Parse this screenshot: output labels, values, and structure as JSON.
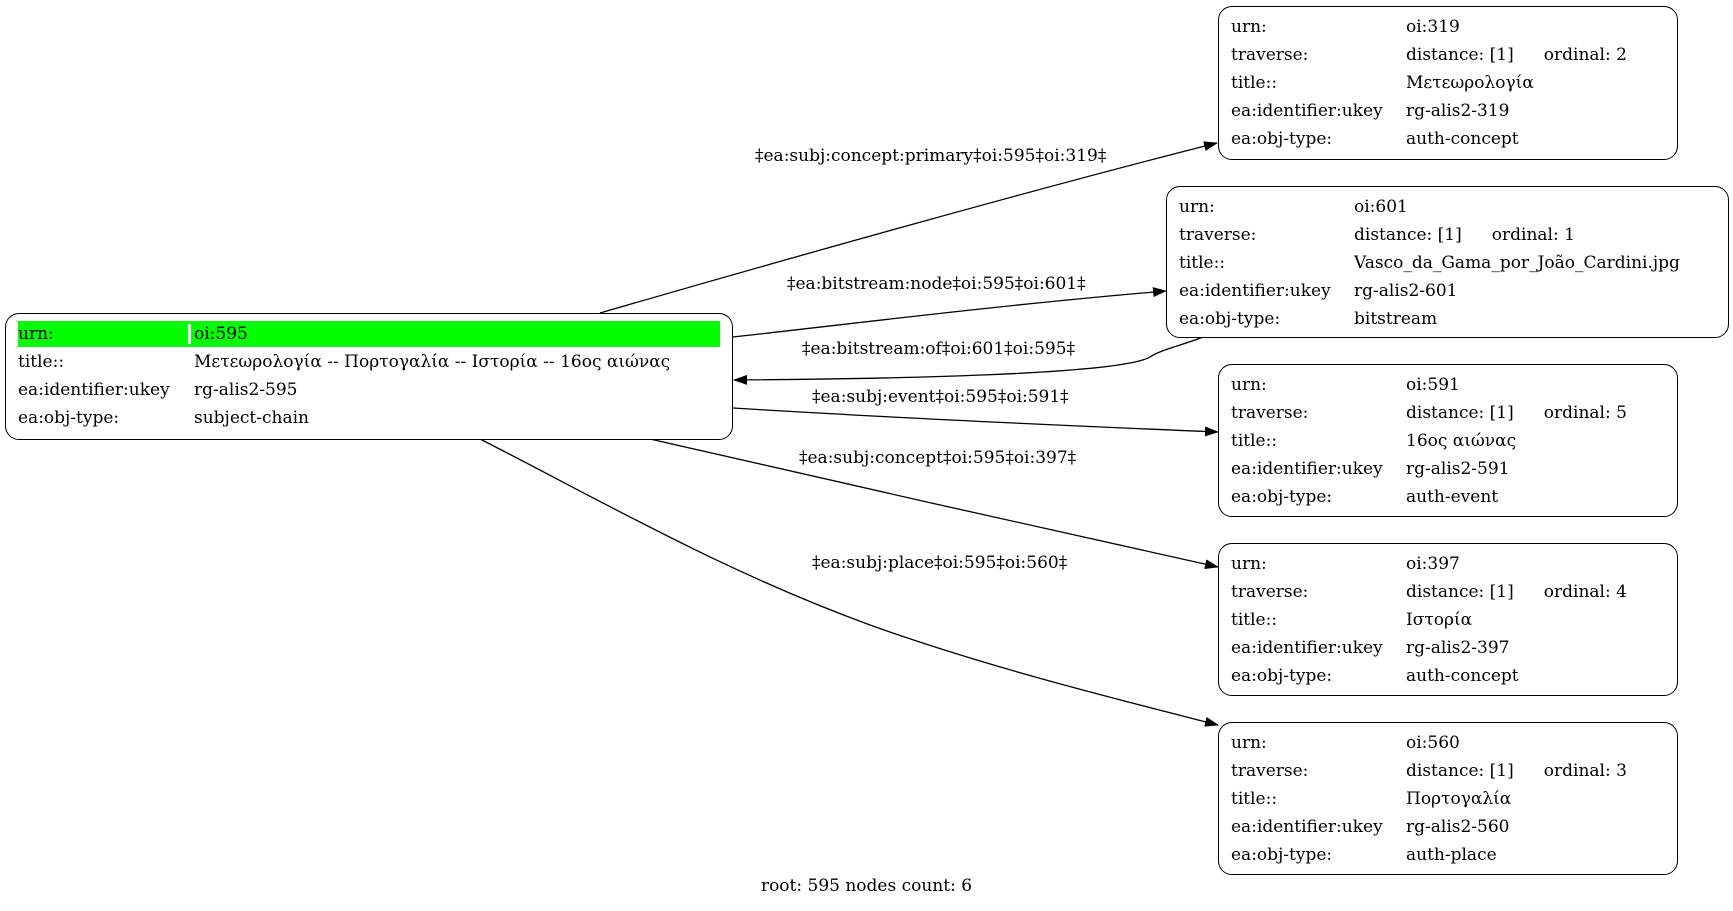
{
  "root": {
    "rows": [
      {
        "key": "urn:",
        "value": "oi:595"
      },
      {
        "key": "title::",
        "value": "Μετεωρολογία -- Πορτογαλία -- Ιστορία -- 16ος αιώνας"
      },
      {
        "key": "ea:identifier:ukey",
        "value": "rg-alis2-595"
      },
      {
        "key": "ea:obj-type:",
        "value": "subject-chain"
      }
    ]
  },
  "nodes": [
    {
      "urn_key": "urn:",
      "urn": "oi:319",
      "traverse_key": "traverse:",
      "distance": "distance: [1]",
      "ordinal": "ordinal: 2",
      "title_key": "title::",
      "title": "Μετεωρολογία",
      "ukey_key": "ea:identifier:ukey",
      "ukey": "rg-alis2-319",
      "type_key": "ea:obj-type:",
      "type": "auth-concept"
    },
    {
      "urn_key": "urn:",
      "urn": "oi:601",
      "traverse_key": "traverse:",
      "distance": "distance: [1]",
      "ordinal": "ordinal: 1",
      "title_key": "title::",
      "title": "Vasco_da_Gama_por_João_Cardini.jpg",
      "ukey_key": "ea:identifier:ukey",
      "ukey": "rg-alis2-601",
      "type_key": "ea:obj-type:",
      "type": "bitstream"
    },
    {
      "urn_key": "urn:",
      "urn": "oi:591",
      "traverse_key": "traverse:",
      "distance": "distance: [1]",
      "ordinal": "ordinal: 5",
      "title_key": "title::",
      "title": "16ος αιώνας",
      "ukey_key": "ea:identifier:ukey",
      "ukey": "rg-alis2-591",
      "type_key": "ea:obj-type:",
      "type": "auth-event"
    },
    {
      "urn_key": "urn:",
      "urn": "oi:397",
      "traverse_key": "traverse:",
      "distance": "distance: [1]",
      "ordinal": "ordinal: 4",
      "title_key": "title::",
      "title": "Ιστορία",
      "ukey_key": "ea:identifier:ukey",
      "ukey": "rg-alis2-397",
      "type_key": "ea:obj-type:",
      "type": "auth-concept"
    },
    {
      "urn_key": "urn:",
      "urn": "oi:560",
      "traverse_key": "traverse:",
      "distance": "distance: [1]",
      "ordinal": "ordinal: 3",
      "title_key": "title::",
      "title": "Πορτογαλία",
      "ukey_key": "ea:identifier:ukey",
      "ukey": "rg-alis2-560",
      "type_key": "ea:obj-type:",
      "type": "auth-place"
    }
  ],
  "edge_labels": [
    "‡ea:subj:concept:primary‡oi:595‡oi:319‡",
    "‡ea:bitstream:node‡oi:595‡oi:601‡",
    "‡ea:bitstream:of‡oi:601‡oi:595‡",
    "‡ea:subj:event‡oi:595‡oi:591‡",
    "‡ea:subj:concept‡oi:595‡oi:397‡",
    "‡ea:subj:place‡oi:595‡oi:560‡"
  ],
  "footer": "root: 595 nodes count: 6"
}
